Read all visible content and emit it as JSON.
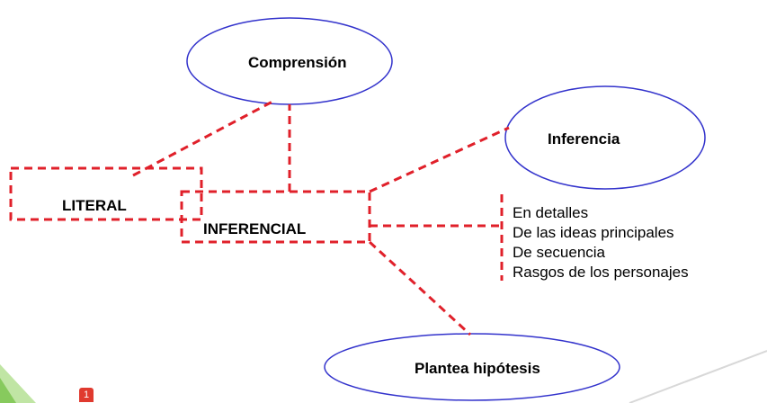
{
  "nodes": {
    "comprension": "Comprensión",
    "inferencia": "Inferencia",
    "literal": "LITERAL",
    "inferencial": "INFERENCIAL",
    "plantea": "Plantea hipótesis"
  },
  "list_items": [
    "En detalles",
    "De las ideas principales",
    "De secuencia",
    "Rasgos de los personajes"
  ],
  "badge": "1",
  "colors": {
    "ellipse_stroke": "#3333cc",
    "dash": "#e0202a",
    "decor_green": "#8ccf5a"
  }
}
